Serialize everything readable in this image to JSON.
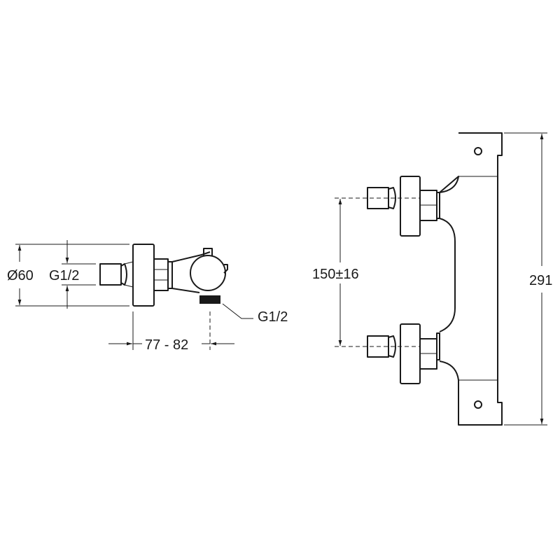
{
  "side_view": {
    "diameter_label": "Ø60",
    "inlet_thread_label": "G1/2",
    "outlet_thread_label": "G1/2",
    "projection_label": "77 - 82"
  },
  "front_view": {
    "inlet_spacing_label": "150±16",
    "height_label": "291"
  }
}
